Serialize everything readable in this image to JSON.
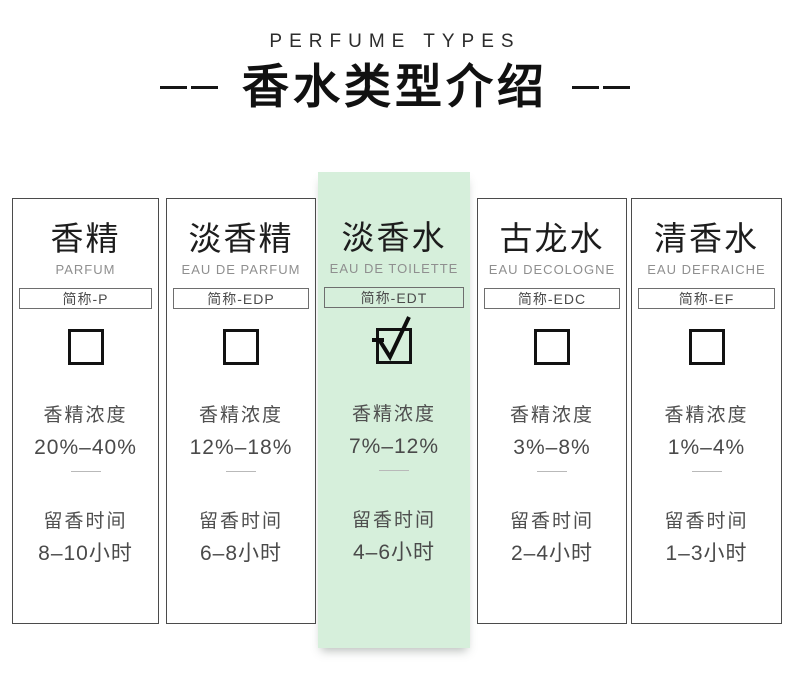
{
  "header": {
    "eyebrow": "PERFUME TYPES",
    "title": "香水类型介绍"
  },
  "labels": {
    "concentration": "香精浓度",
    "duration": "留香时间"
  },
  "columns": [
    {
      "name_cn": "香精",
      "name_en": "PARFUM",
      "abbr": "简称-P",
      "checked": false,
      "concentration": "20%–40%",
      "duration": "8–10小时"
    },
    {
      "name_cn": "淡香精",
      "name_en": "EAU DE PARFUM",
      "abbr": "简称-EDP",
      "checked": false,
      "concentration": "12%–18%",
      "duration": "6–8小时"
    },
    {
      "name_cn": "淡香水",
      "name_en": "EAU DE TOILETTE",
      "abbr": "简称-EDT",
      "checked": true,
      "concentration": "7%–12%",
      "duration": "4–6小时"
    },
    {
      "name_cn": "古龙水",
      "name_en": "EAU DECOLOGNE",
      "abbr": "简称-EDC",
      "checked": false,
      "concentration": "3%–8%",
      "duration": "2–4小时"
    },
    {
      "name_cn": "清香水",
      "name_en": "EAU DEFRAICHE",
      "abbr": "简称-EF",
      "checked": false,
      "concentration": "1%–4%",
      "duration": "1–3小时"
    }
  ],
  "colors": {
    "highlight_bg": "#d6efdb",
    "text_dark": "#1d1d1d",
    "text_body": "#4a4a4a",
    "text_muted": "#8f8f8f"
  }
}
